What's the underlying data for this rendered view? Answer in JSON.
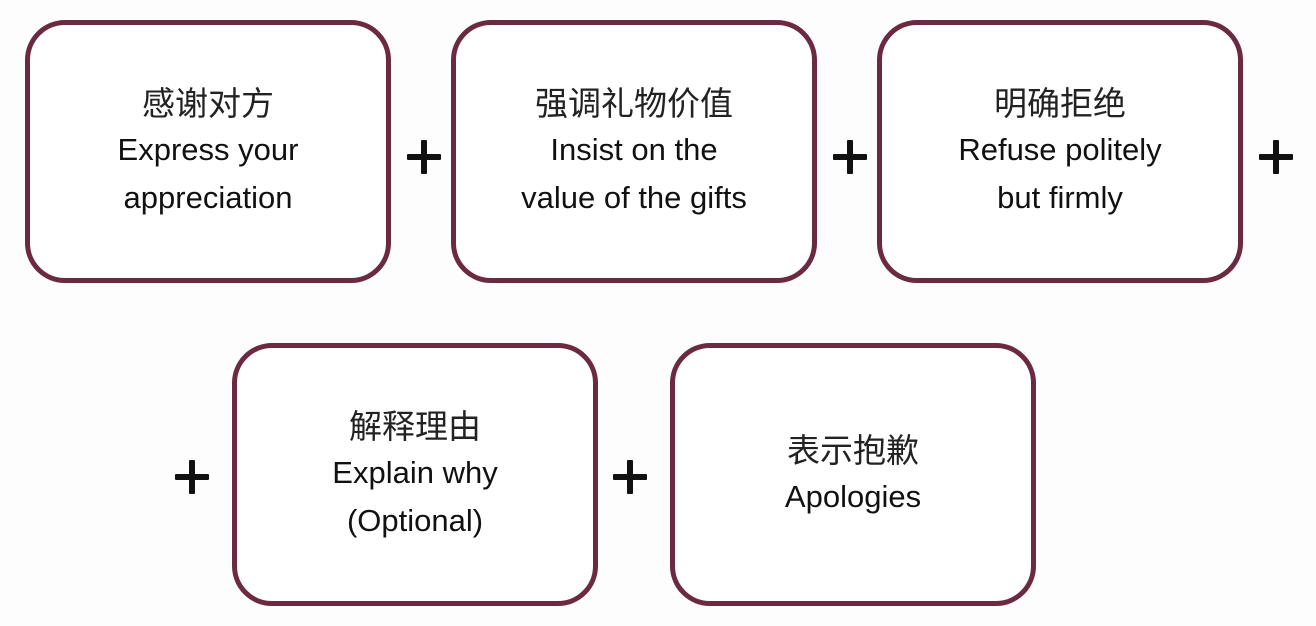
{
  "diagram": {
    "colors": {
      "border": "#6b2a3f",
      "plus": "#111111",
      "text": "#111111"
    },
    "steps": [
      {
        "zh": "感谢对方",
        "en_lines": [
          "Express your",
          "appreciation"
        ]
      },
      {
        "zh": "强调礼物价值",
        "en_lines": [
          "Insist on the",
          "value of the gifts"
        ]
      },
      {
        "zh": "明确拒绝",
        "en_lines": [
          "Refuse politely",
          "but firmly"
        ]
      },
      {
        "zh": "解释理由",
        "en_lines": [
          "Explain why",
          "(Optional)"
        ]
      },
      {
        "zh": "表示抱歉",
        "en_lines": [
          "Apologies"
        ]
      }
    ],
    "connector_symbol": "+"
  }
}
